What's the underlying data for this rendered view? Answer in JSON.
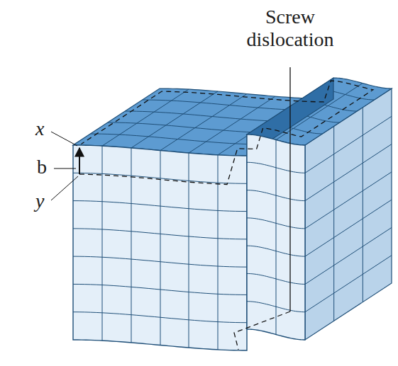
{
  "diagram": {
    "labels": [
      "Screw dislocation",
      "x",
      "b",
      "y"
    ]
  }
}
